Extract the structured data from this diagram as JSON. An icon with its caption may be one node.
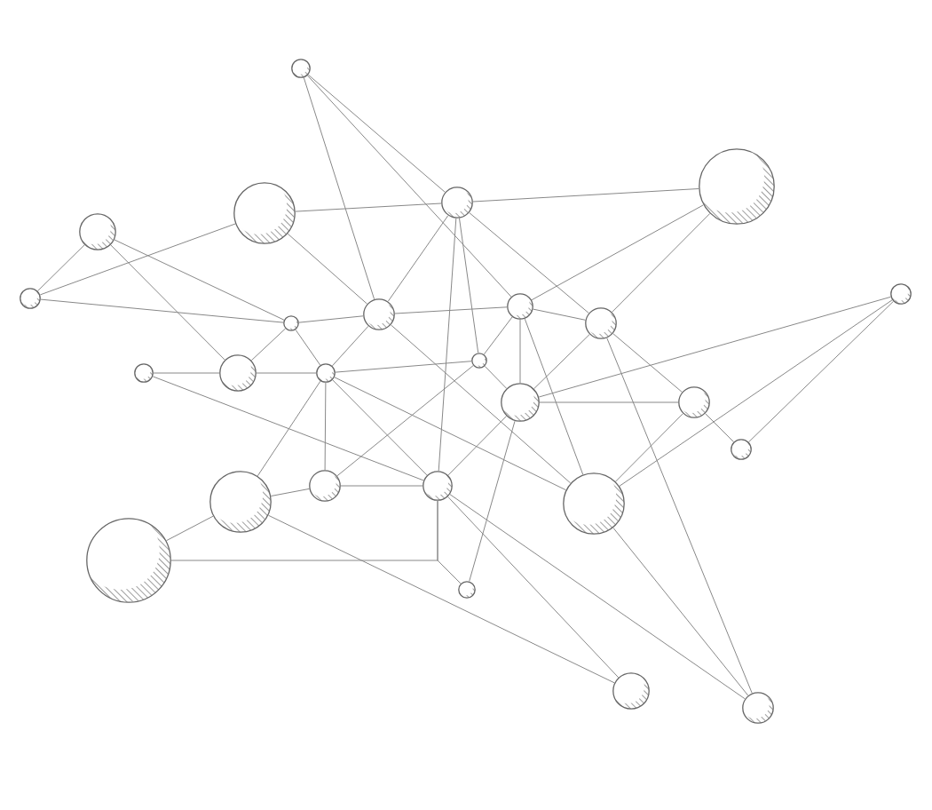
{
  "diagram": {
    "nodes": [
      {
        "text": [],
        "shape": "circle"
      },
      {
        "text": [],
        "shape": "circle"
      },
      {
        "text": [],
        "shape": "circle"
      },
      {
        "text": [],
        "shape": "circle"
      },
      {
        "text": [],
        "shape": "circle"
      },
      {
        "text": [],
        "shape": "circle"
      },
      {
        "text": [],
        "shape": "circle"
      },
      {
        "text": [],
        "shape": "circle"
      },
      {
        "text": [],
        "shape": "circle"
      },
      {
        "text": [],
        "shape": "circle"
      },
      {
        "text": [],
        "shape": "circle"
      },
      {
        "text": [],
        "shape": "circle"
      },
      {
        "text": [],
        "shape": "circle"
      },
      {
        "text": [],
        "shape": "circle"
      },
      {
        "text": [],
        "shape": "circle"
      },
      {
        "text": [],
        "shape": "circle"
      },
      {
        "text": [],
        "shape": "circle"
      },
      {
        "text": [],
        "shape": "circle"
      },
      {
        "text": [],
        "shape": "circle"
      },
      {
        "text": [],
        "shape": "circle"
      },
      {
        "text": [],
        "shape": "circle"
      },
      {
        "text": [],
        "shape": "circle"
      },
      {
        "text": [],
        "shape": "circle"
      },
      {
        "text": [],
        "shape": "circle"
      },
      {
        "text": [],
        "shape": "circle"
      },
      {
        "text": [],
        "shape": "circle"
      }
    ],
    "edges": [
      {
        "from": 0,
        "to": 2,
        "arrow": "none"
      },
      {
        "from": 0,
        "to": 8,
        "arrow": "none"
      },
      {
        "from": 0,
        "to": 7,
        "arrow": "none"
      },
      {
        "from": 2,
        "to": 1,
        "arrow": "none"
      },
      {
        "from": 3,
        "to": 2,
        "arrow": "none"
      },
      {
        "from": 2,
        "to": 8,
        "arrow": "none"
      },
      {
        "from": 2,
        "to": 18,
        "arrow": "none"
      },
      {
        "from": 2,
        "to": 11,
        "arrow": "none"
      },
      {
        "from": 2,
        "to": 10,
        "arrow": "none"
      },
      {
        "from": 1,
        "to": 7,
        "arrow": "none"
      },
      {
        "from": 1,
        "to": 10,
        "arrow": "none"
      },
      {
        "from": 3,
        "to": 8,
        "arrow": "none"
      },
      {
        "from": 6,
        "to": 3,
        "arrow": "none"
      },
      {
        "from": 4,
        "to": 6,
        "arrow": "none"
      },
      {
        "from": 4,
        "to": 9,
        "arrow": "none"
      },
      {
        "from": 4,
        "to": 13,
        "arrow": "none"
      },
      {
        "from": 6,
        "to": 9,
        "arrow": "none"
      },
      {
        "from": 9,
        "to": 8,
        "arrow": "none"
      },
      {
        "from": 9,
        "to": 13,
        "arrow": "none"
      },
      {
        "from": 9,
        "to": 14,
        "arrow": "none"
      },
      {
        "from": 8,
        "to": 7,
        "arrow": "none"
      },
      {
        "from": 8,
        "to": 14,
        "arrow": "none"
      },
      {
        "from": 8,
        "to": 21,
        "arrow": "none"
      },
      {
        "from": 7,
        "to": 11,
        "arrow": "none"
      },
      {
        "from": 7,
        "to": 15,
        "arrow": "none"
      },
      {
        "from": 7,
        "to": 21,
        "arrow": "none"
      },
      {
        "from": 7,
        "to": 10,
        "arrow": "none"
      },
      {
        "from": 10,
        "to": 15,
        "arrow": "none"
      },
      {
        "from": 10,
        "to": 16,
        "arrow": "none"
      },
      {
        "from": 10,
        "to": 25,
        "arrow": "none"
      },
      {
        "from": 12,
        "to": 13,
        "arrow": "none"
      },
      {
        "from": 12,
        "to": 18,
        "arrow": "none"
      },
      {
        "from": 13,
        "to": 14,
        "arrow": "none"
      },
      {
        "from": 14,
        "to": 11,
        "arrow": "none"
      },
      {
        "from": 14,
        "to": 19,
        "arrow": "none"
      },
      {
        "from": 14,
        "to": 20,
        "arrow": "none"
      },
      {
        "from": 14,
        "to": 18,
        "arrow": "none"
      },
      {
        "from": 14,
        "to": 21,
        "arrow": "none"
      },
      {
        "from": 11,
        "to": 19,
        "arrow": "none"
      },
      {
        "from": 11,
        "to": 15,
        "arrow": "none"
      },
      {
        "from": 15,
        "to": 5,
        "arrow": "none"
      },
      {
        "from": 15,
        "to": 16,
        "arrow": "none"
      },
      {
        "from": 15,
        "to": 18,
        "arrow": "none"
      },
      {
        "from": 15,
        "to": 23,
        "arrow": "none"
      },
      {
        "from": 16,
        "to": 21,
        "arrow": "none"
      },
      {
        "from": 16,
        "to": 17,
        "arrow": "none"
      },
      {
        "from": 17,
        "to": 5,
        "arrow": "none"
      },
      {
        "from": 5,
        "to": 21,
        "arrow": "none"
      },
      {
        "from": 19,
        "to": 18,
        "arrow": "none"
      },
      {
        "from": 20,
        "to": 19,
        "arrow": "none"
      },
      {
        "from": 22,
        "to": 20,
        "arrow": "none"
      },
      {
        "from": 20,
        "to": 24,
        "arrow": "none"
      },
      {
        "from": 22,
        "to": 18,
        "arrow": "none"
      },
      {
        "from": 18,
        "to": 23,
        "arrow": "none"
      },
      {
        "from": 18,
        "to": 24,
        "arrow": "none"
      },
      {
        "from": 18,
        "to": 25,
        "arrow": "none"
      },
      {
        "from": 21,
        "to": 25,
        "arrow": "none"
      }
    ]
  }
}
